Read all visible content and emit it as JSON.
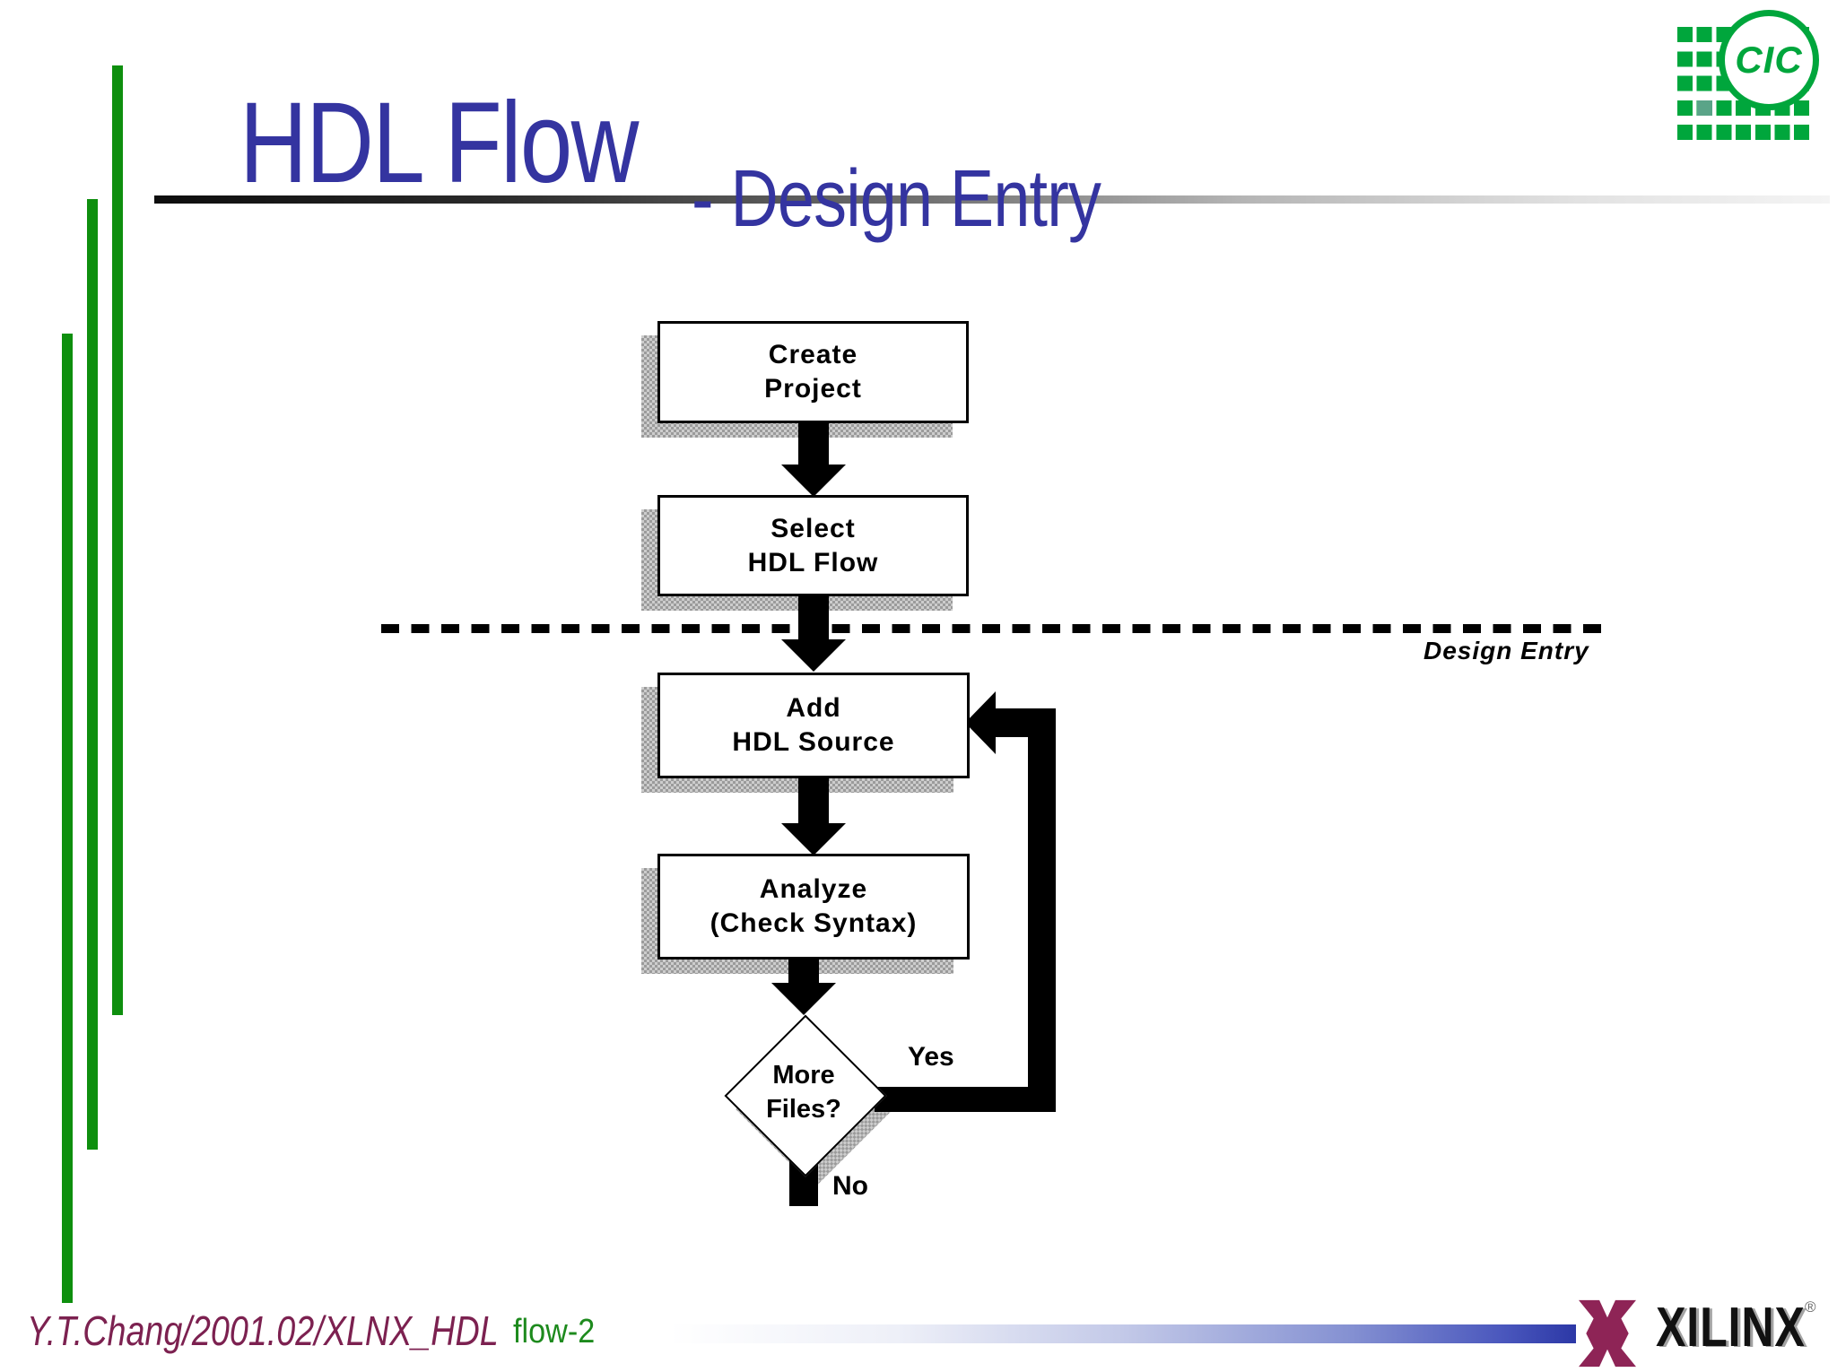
{
  "slide": {
    "title": "HDL Flow",
    "subtitle": "- Design Entry"
  },
  "flowchart": {
    "boxes": [
      {
        "id": "create-project",
        "lines": [
          "Create",
          "Project"
        ]
      },
      {
        "id": "select-hdl-flow",
        "lines": [
          "Select",
          "HDL Flow"
        ]
      },
      {
        "id": "add-hdl-source",
        "lines": [
          "Add",
          "HDL Source"
        ]
      },
      {
        "id": "analyze",
        "lines": [
          "Analyze",
          "(Check Syntax)"
        ]
      }
    ],
    "decision": {
      "lines": [
        "More",
        "Files?"
      ]
    },
    "labels": {
      "yes": "Yes",
      "no": "No",
      "phase": "Design Entry"
    }
  },
  "footer": {
    "credit": "Y.T.Chang/2001.02/XLNX_HDL",
    "page": "flow-2"
  },
  "logos": {
    "cic": "CIC",
    "xilinx": "XILINX",
    "registered": "®"
  },
  "colors": {
    "title": "#3434a0",
    "bars": "#0e8f0e",
    "logo": "#00a63c",
    "teal": "#5aa488",
    "maroon": "#7c2150",
    "xmaroon": "#8e2456",
    "page": "#1d8a1d"
  }
}
